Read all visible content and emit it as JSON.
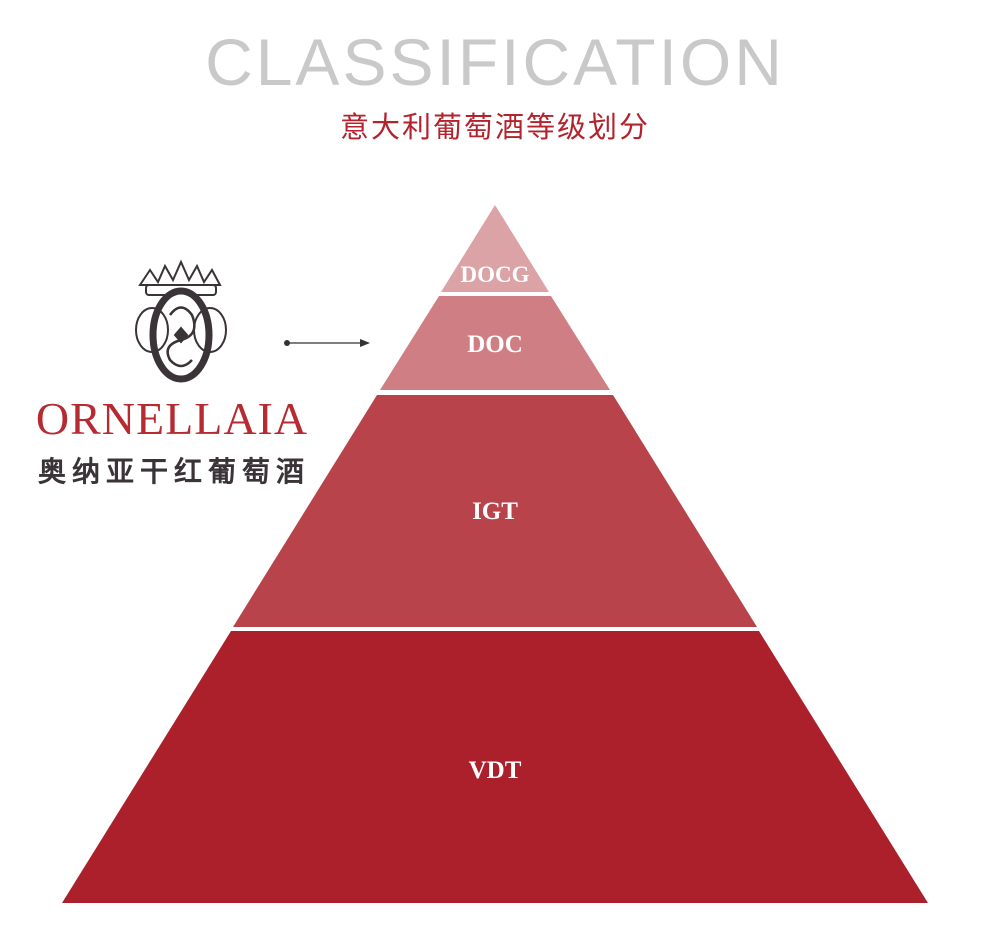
{
  "header": {
    "title": "CLASSIFICATION",
    "subtitle": "意大利葡萄酒等级划分"
  },
  "brand": {
    "name": "ORNELLAIA",
    "name_cn": "奥纳亚干红葡萄酒"
  },
  "pyramid": {
    "levels": [
      {
        "label": "DOCG",
        "color": "#dca3a7"
      },
      {
        "label": "DOC",
        "color": "#cf7f84"
      },
      {
        "label": "IGT",
        "color": "#b9434b"
      },
      {
        "label": "VDT",
        "color": "#ab202b"
      }
    ],
    "arrow_points_to": "DOC"
  }
}
